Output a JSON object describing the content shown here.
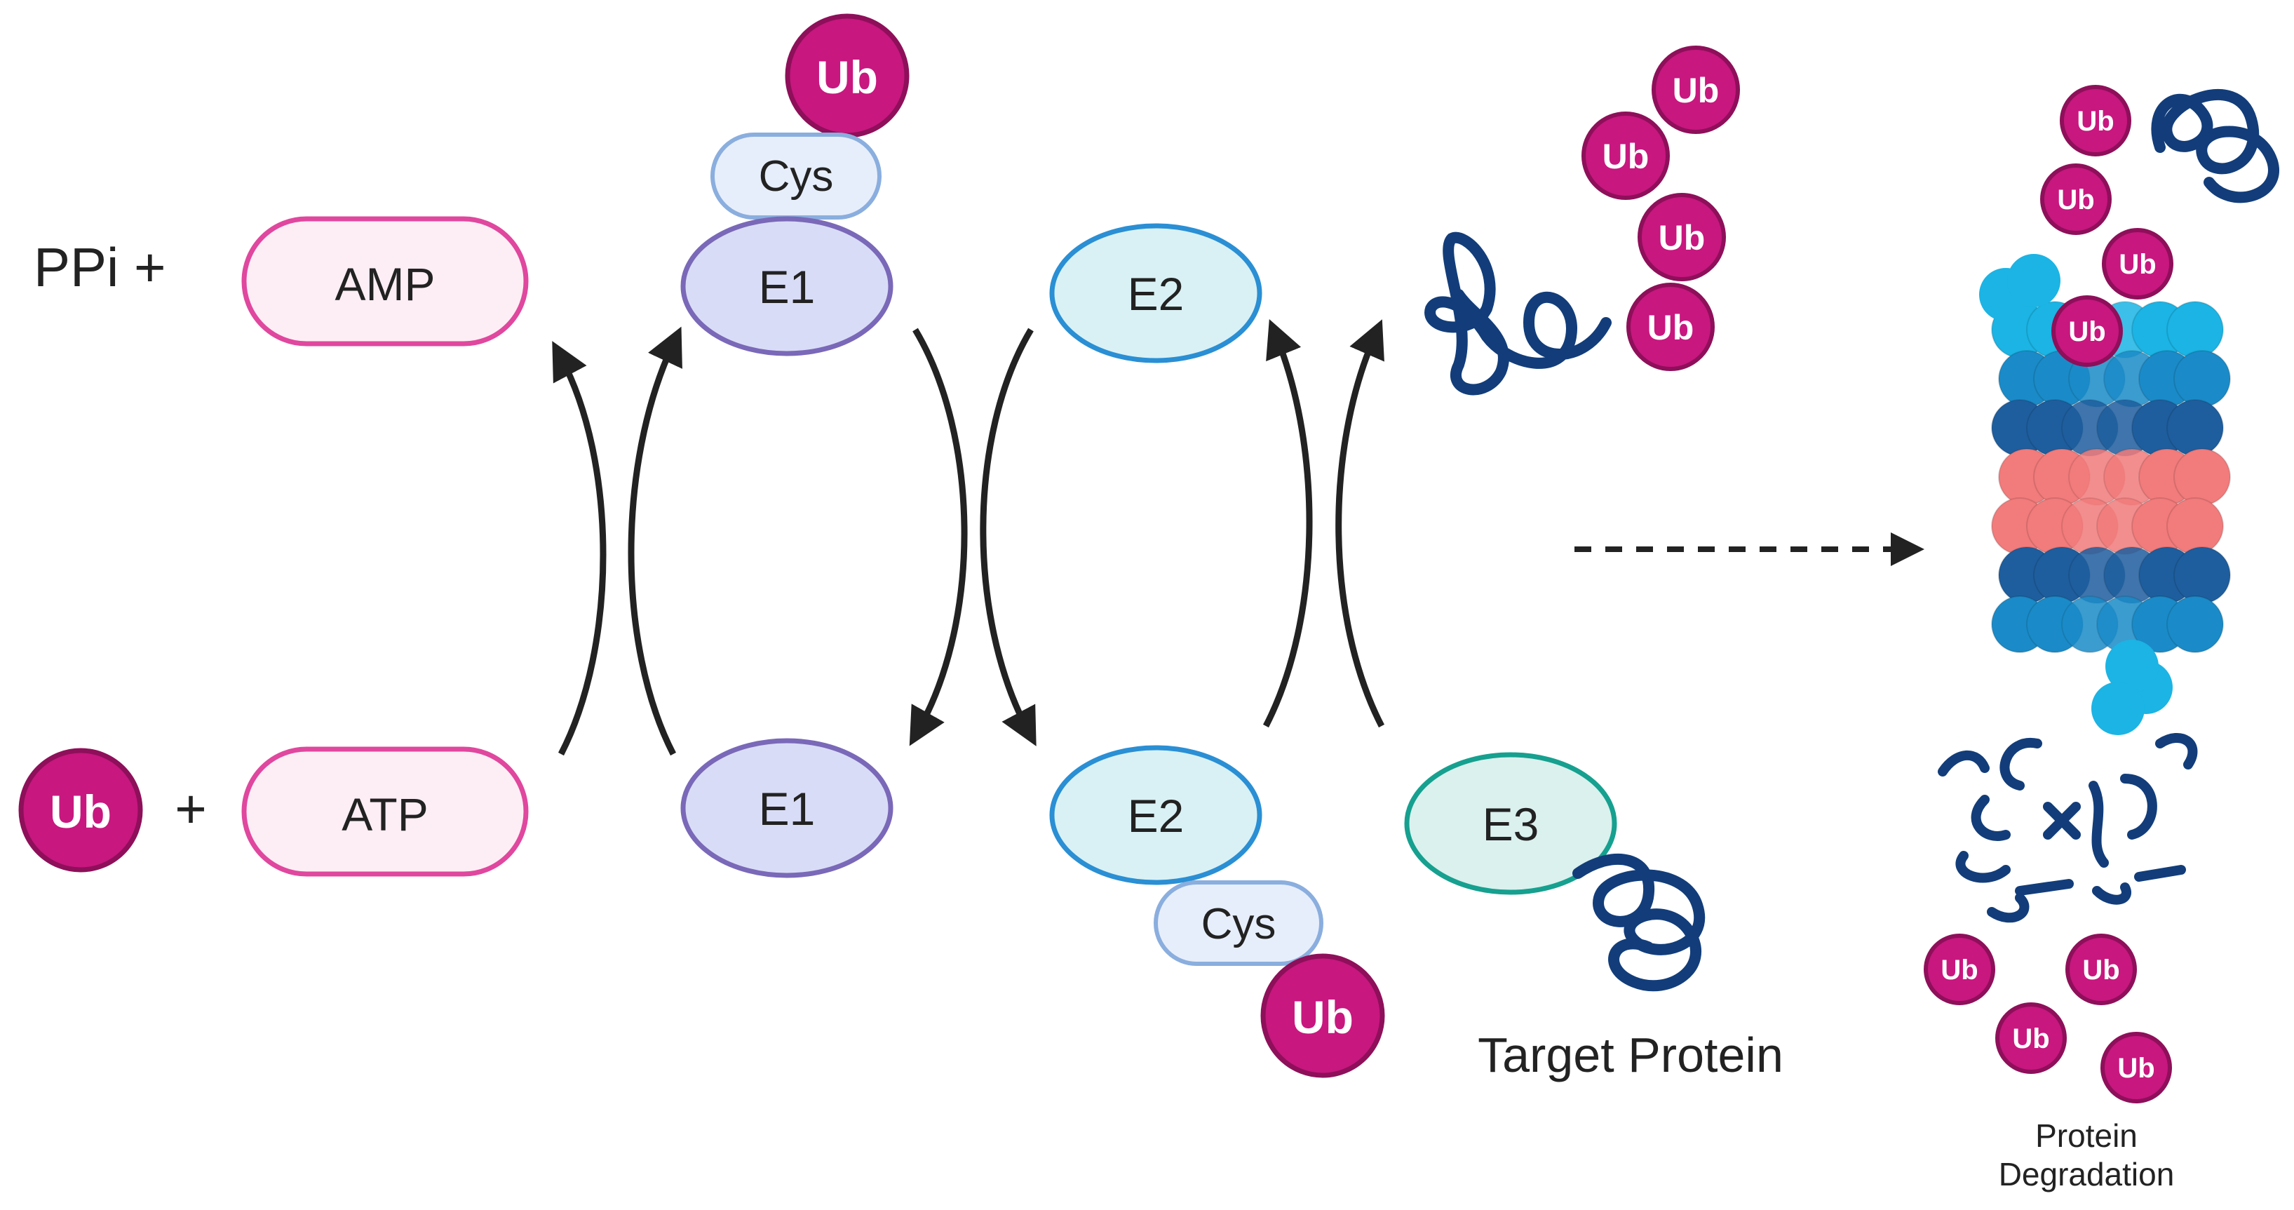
{
  "labels": {
    "ppi": "PPi +",
    "amp": "AMP",
    "atp": "ATP",
    "plus": "+",
    "cys": "Cys",
    "e1": "E1",
    "e2": "E2",
    "e3": "E3",
    "ub": "Ub",
    "target_protein": "Target Protein",
    "degradation_line1": "Protein",
    "degradation_line2": "Degradation"
  },
  "colors": {
    "pink_stroke": "#e0479e",
    "pink_fill": "#fdeef5",
    "ub_fill": "#c8177f",
    "ub_stroke": "#8e0f5a",
    "e1_fill": "#d9dcf6",
    "e1_stroke": "#7a68b8",
    "e2_fill": "#d9f1f4",
    "e2_stroke": "#2a8fd4",
    "e3_fill": "#daf1ee",
    "e3_stroke": "#16a08f",
    "cys_fill": "#e7eefb",
    "cys_stroke": "#8aaede",
    "protein": "#123d7a",
    "arrow": "#222222",
    "prot_light": "#1bb4e4",
    "prot_mid": "#1a8bc8",
    "prot_dark": "#1e5e9e",
    "prot_salmon": "#f27b7b"
  }
}
